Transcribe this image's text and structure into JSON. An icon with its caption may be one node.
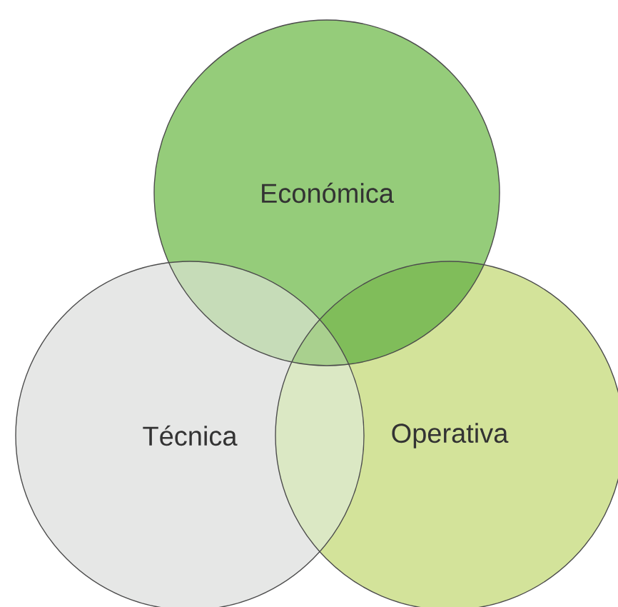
{
  "diagram": {
    "nodes": [
      {
        "text": [
          "Económica"
        ]
      },
      {
        "text": [
          "Técnica"
        ]
      },
      {
        "text": [
          "Operativa"
        ]
      }
    ]
  }
}
